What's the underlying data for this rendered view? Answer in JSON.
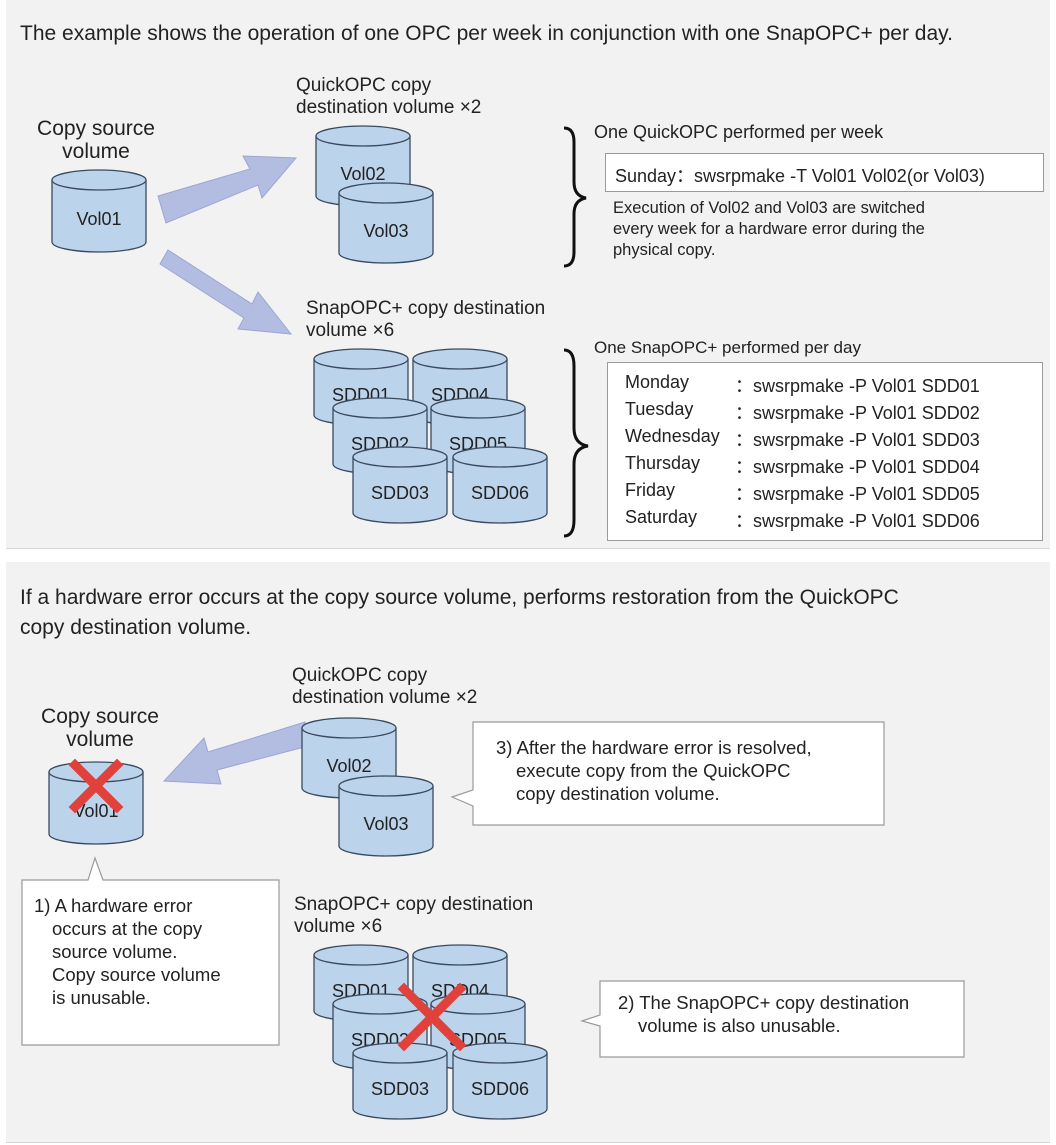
{
  "top": {
    "heading": "The example shows the operation of one OPC per week in conjunction with one SnapOPC+ per day.",
    "source_label_line1": "Copy source",
    "source_label_line2": "volume",
    "source_volume": "Vol01",
    "quickopc_label_line1": "QuickOPC copy",
    "quickopc_label_line2": "destination volume ×2",
    "quickopc_volumes": [
      "Vol02",
      "Vol03"
    ],
    "snapopc_label_line1": "SnapOPC+ copy destination",
    "snapopc_label_line2": "volume ×6",
    "snapopc_volumes": [
      "SDD01",
      "SDD04",
      "SDD02",
      "SDD05",
      "SDD03",
      "SDD06"
    ],
    "weekly_title": "One QuickOPC performed per week",
    "weekly_command": "Sunday：swsrpmake -T Vol01 Vol02(or Vol03)",
    "weekly_note_line1": "Execution of Vol02 and Vol03 are switched",
    "weekly_note_line2": "every week for a hardware error during the",
    "weekly_note_line3": "physical copy.",
    "daily_title": "One SnapOPC+ performed per day",
    "daily_schedule": [
      {
        "day": "Monday",
        "command": "：swsrpmake -P Vol01 SDD01"
      },
      {
        "day": "Tuesday",
        "command": "：swsrpmake -P Vol01 SDD02"
      },
      {
        "day": "Wednesday",
        "command": "：swsrpmake -P Vol01 SDD03"
      },
      {
        "day": "Thursday",
        "command": "：swsrpmake -P Vol01 SDD04"
      },
      {
        "day": "Friday",
        "command": "：swsrpmake -P Vol01 SDD05"
      },
      {
        "day": "Saturday",
        "command": "：swsrpmake -P Vol01 SDD06"
      }
    ]
  },
  "bottom": {
    "heading_line1": "If a hardware error occurs at the copy source volume, performs restoration from the QuickOPC",
    "heading_line2": "copy destination volume.",
    "source_label_line1": "Copy source",
    "source_label_line2": "volume",
    "source_volume": "Vol01",
    "quickopc_label_line1": "QuickOPC copy",
    "quickopc_label_line2": "destination volume ×2",
    "quickopc_volumes": [
      "Vol02",
      "Vol03"
    ],
    "snapopc_label_line1": "SnapOPC+ copy destination",
    "snapopc_label_line2": "volume ×6",
    "snapopc_volumes": [
      "SDD01",
      "SDD04",
      "SDD02",
      "SDD05",
      "SDD03",
      "SDD06"
    ],
    "callout1_lines": [
      "1) A hardware error",
      "occurs at the copy",
      "source volume.",
      "Copy source volume",
      "is unusable."
    ],
    "callout2_lines": [
      "2) The SnapOPC+ copy destination",
      "volume is also unusable."
    ],
    "callout3_lines": [
      "3) After the hardware error is resolved,",
      "execute copy from the QuickOPC",
      "copy destination volume."
    ]
  },
  "colors": {
    "cylinder_fill": "#bcd3ec",
    "cylinder_stroke": "#3a4a5e",
    "arrow_fill": "#b3bde2",
    "cross": "#e0413a",
    "panel_bg": "#f2f2f2"
  },
  "icons": [
    "volume-cylinder-icon",
    "copy-arrow-icon",
    "error-cross-icon",
    "brace-icon"
  ]
}
